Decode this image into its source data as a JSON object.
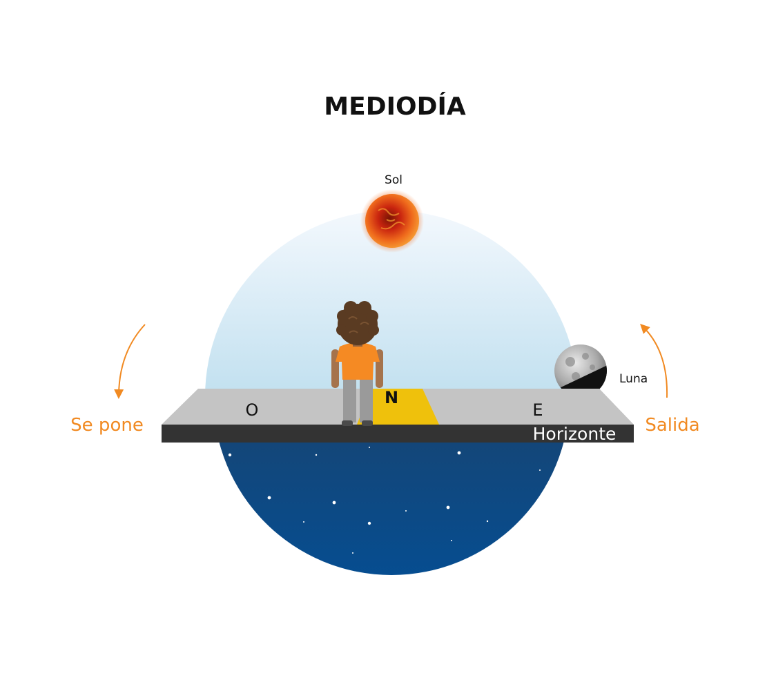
{
  "title": "MEDIODÍA",
  "labels": {
    "sun": "Sol",
    "moon": "Luna",
    "west": "O",
    "north": "N",
    "east": "E",
    "horizon": "Horizonte",
    "sets": "Se pone",
    "rises": "Salida"
  },
  "colors": {
    "accent_orange": "#f18a22",
    "sky_top": "#f3f8fd",
    "sky_bottom": "#8fc8e2",
    "night_top": "#2a3b52",
    "night_bottom": "#064d90",
    "ground": "#c4c4c4",
    "ground_edge": "#333333",
    "path": "#efc10c",
    "sun_core": "#c9250f",
    "shirt": "#f58a23",
    "pants": "#9a9a9a",
    "hair": "#5a3b22",
    "skin": "#a5734c"
  },
  "icons": [
    "sun-icon",
    "moon-icon",
    "person-icon",
    "arrow-down-icon",
    "arrow-up-icon"
  ]
}
